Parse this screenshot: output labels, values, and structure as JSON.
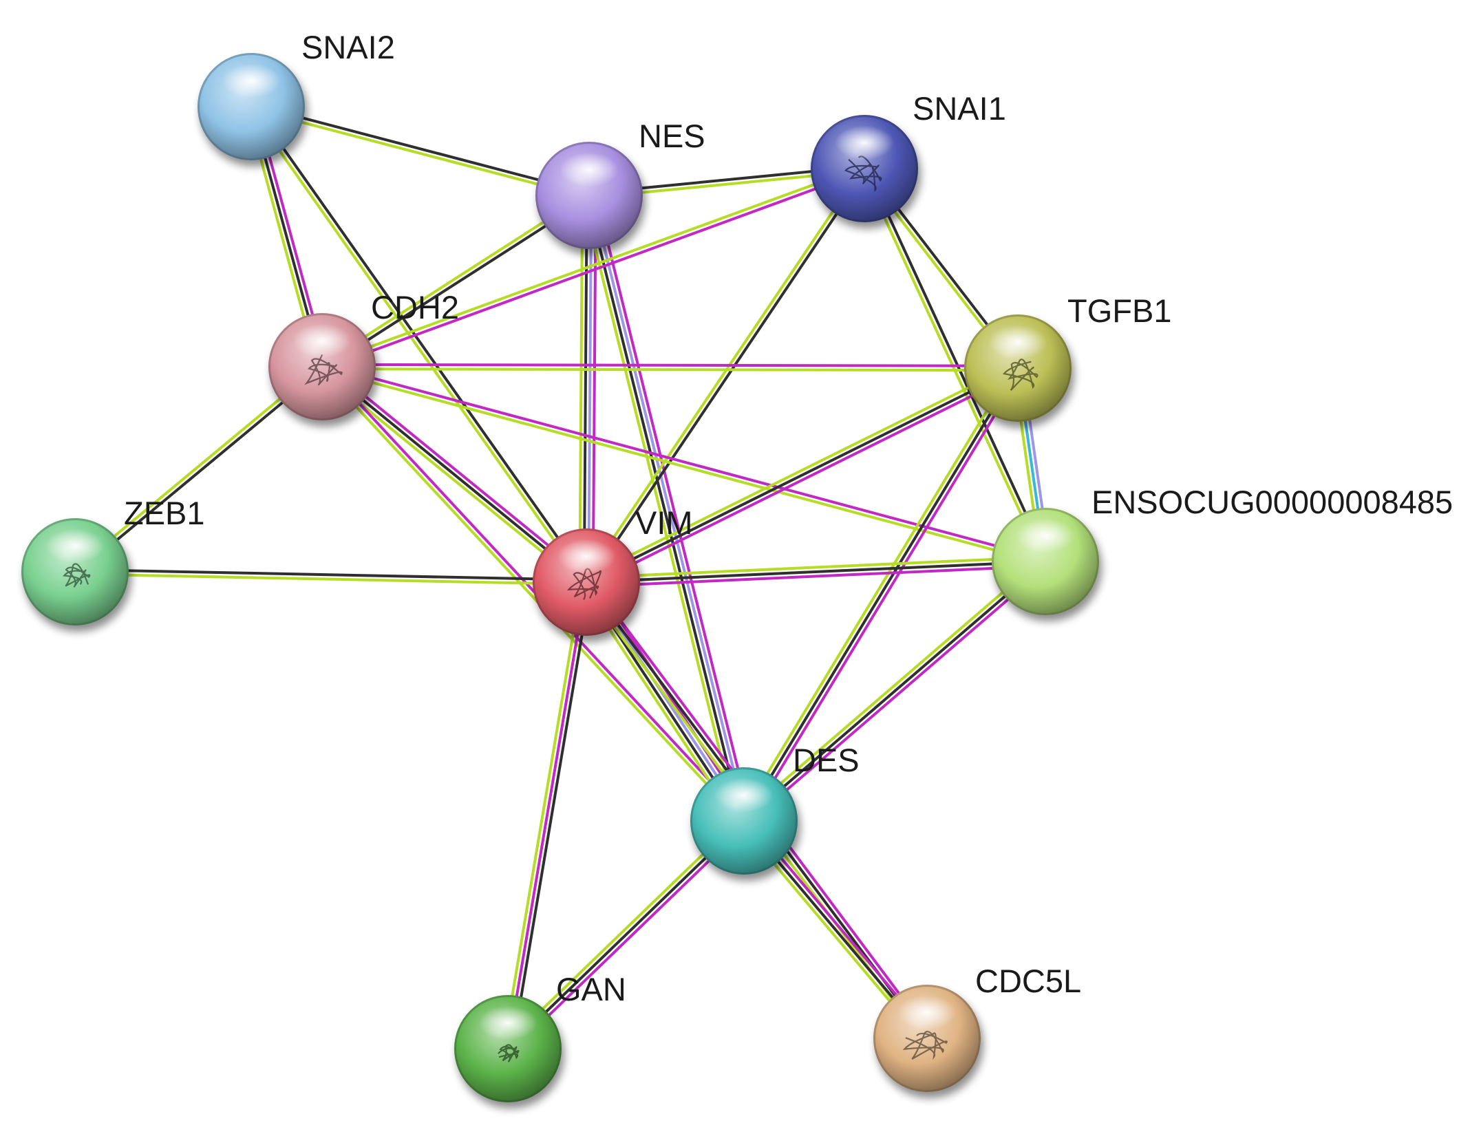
{
  "diagram": {
    "type": "protein-interaction-network",
    "edge_colors": {
      "black": "#2f2f2f",
      "magenta": "#c229c4",
      "lime": "#b6dd25",
      "lavender": "#9e97e8",
      "cyan": "#38b8d8"
    },
    "nodes": [
      {
        "id": "SNAI2",
        "label": "SNAI2",
        "color": "#8fc3e6",
        "icon": "plain-sphere"
      },
      {
        "id": "NES",
        "label": "NES",
        "color": "#a88fe0",
        "icon": "plain-sphere"
      },
      {
        "id": "SNAI1",
        "label": "SNAI1",
        "color": "#4e57b5",
        "icon": "protein-structure"
      },
      {
        "id": "CDH2",
        "label": "CDH2",
        "color": "#d7969e",
        "icon": "protein-structure"
      },
      {
        "id": "TGFB1",
        "label": "TGFB1",
        "color": "#bcbf55",
        "icon": "protein-structure"
      },
      {
        "id": "ENSOCUG00000008485",
        "label": "ENSOCUG00000008485",
        "color": "#b3e07a",
        "icon": "plain-sphere"
      },
      {
        "id": "ZEB1",
        "label": "ZEB1",
        "color": "#79d08f",
        "icon": "protein-structure"
      },
      {
        "id": "VIM",
        "label": "VIM",
        "color": "#e05a66",
        "icon": "protein-structure"
      },
      {
        "id": "DES",
        "label": "DES",
        "color": "#47bfb9",
        "icon": "plain-sphere"
      },
      {
        "id": "GAN",
        "label": "GAN",
        "color": "#5cb34a",
        "icon": "protein-structure"
      },
      {
        "id": "CDC5L",
        "label": "CDC5L",
        "color": "#e0b383",
        "icon": "protein-structure"
      }
    ],
    "edges": [
      {
        "source": "SNAI2",
        "target": "NES",
        "types": [
          "black",
          "lime"
        ]
      },
      {
        "source": "SNAI2",
        "target": "CDH2",
        "types": [
          "magenta",
          "black",
          "lime"
        ]
      },
      {
        "source": "SNAI2",
        "target": "VIM",
        "types": [
          "black",
          "lime"
        ]
      },
      {
        "source": "NES",
        "target": "SNAI1",
        "types": [
          "black",
          "lime"
        ]
      },
      {
        "source": "NES",
        "target": "CDH2",
        "types": [
          "black",
          "lime"
        ]
      },
      {
        "source": "NES",
        "target": "VIM",
        "types": [
          "magenta",
          "lavender",
          "black",
          "lime"
        ]
      },
      {
        "source": "NES",
        "target": "DES",
        "types": [
          "magenta",
          "lavender",
          "black",
          "lime"
        ]
      },
      {
        "source": "SNAI1",
        "target": "CDH2",
        "types": [
          "magenta",
          "lime"
        ]
      },
      {
        "source": "SNAI1",
        "target": "VIM",
        "types": [
          "black",
          "lime"
        ]
      },
      {
        "source": "SNAI1",
        "target": "TGFB1",
        "types": [
          "black",
          "lime"
        ]
      },
      {
        "source": "SNAI1",
        "target": "ENSOCUG00000008485",
        "types": [
          "black",
          "lime"
        ]
      },
      {
        "source": "CDH2",
        "target": "TGFB1",
        "types": [
          "magenta",
          "lime"
        ]
      },
      {
        "source": "CDH2",
        "target": "ENSOCUG00000008485",
        "types": [
          "magenta",
          "lime"
        ]
      },
      {
        "source": "CDH2",
        "target": "ZEB1",
        "types": [
          "black",
          "lime"
        ]
      },
      {
        "source": "CDH2",
        "target": "VIM",
        "types": [
          "magenta",
          "black",
          "lime"
        ]
      },
      {
        "source": "CDH2",
        "target": "DES",
        "types": [
          "magenta",
          "lime"
        ]
      },
      {
        "source": "TGFB1",
        "target": "ENSOCUG00000008485",
        "types": [
          "lavender",
          "cyan",
          "lime"
        ]
      },
      {
        "source": "TGFB1",
        "target": "VIM",
        "types": [
          "magenta",
          "black",
          "lime"
        ]
      },
      {
        "source": "TGFB1",
        "target": "DES",
        "types": [
          "magenta",
          "black",
          "lime"
        ]
      },
      {
        "source": "ENSOCUG00000008485",
        "target": "VIM",
        "types": [
          "magenta",
          "black",
          "lime"
        ]
      },
      {
        "source": "ENSOCUG00000008485",
        "target": "DES",
        "types": [
          "magenta",
          "black",
          "lime"
        ]
      },
      {
        "source": "ZEB1",
        "target": "VIM",
        "types": [
          "black",
          "lime"
        ]
      },
      {
        "source": "VIM",
        "target": "DES",
        "types": [
          "magenta",
          "lavender",
          "black",
          "lime"
        ]
      },
      {
        "source": "VIM",
        "target": "GAN",
        "types": [
          "black",
          "magenta",
          "lime"
        ]
      },
      {
        "source": "VIM",
        "target": "CDC5L",
        "types": [
          "magenta",
          "black",
          "lime"
        ]
      },
      {
        "source": "DES",
        "target": "GAN",
        "types": [
          "magenta",
          "black",
          "lime"
        ]
      },
      {
        "source": "DES",
        "target": "CDC5L",
        "types": [
          "magenta",
          "black",
          "lime"
        ]
      }
    ]
  }
}
